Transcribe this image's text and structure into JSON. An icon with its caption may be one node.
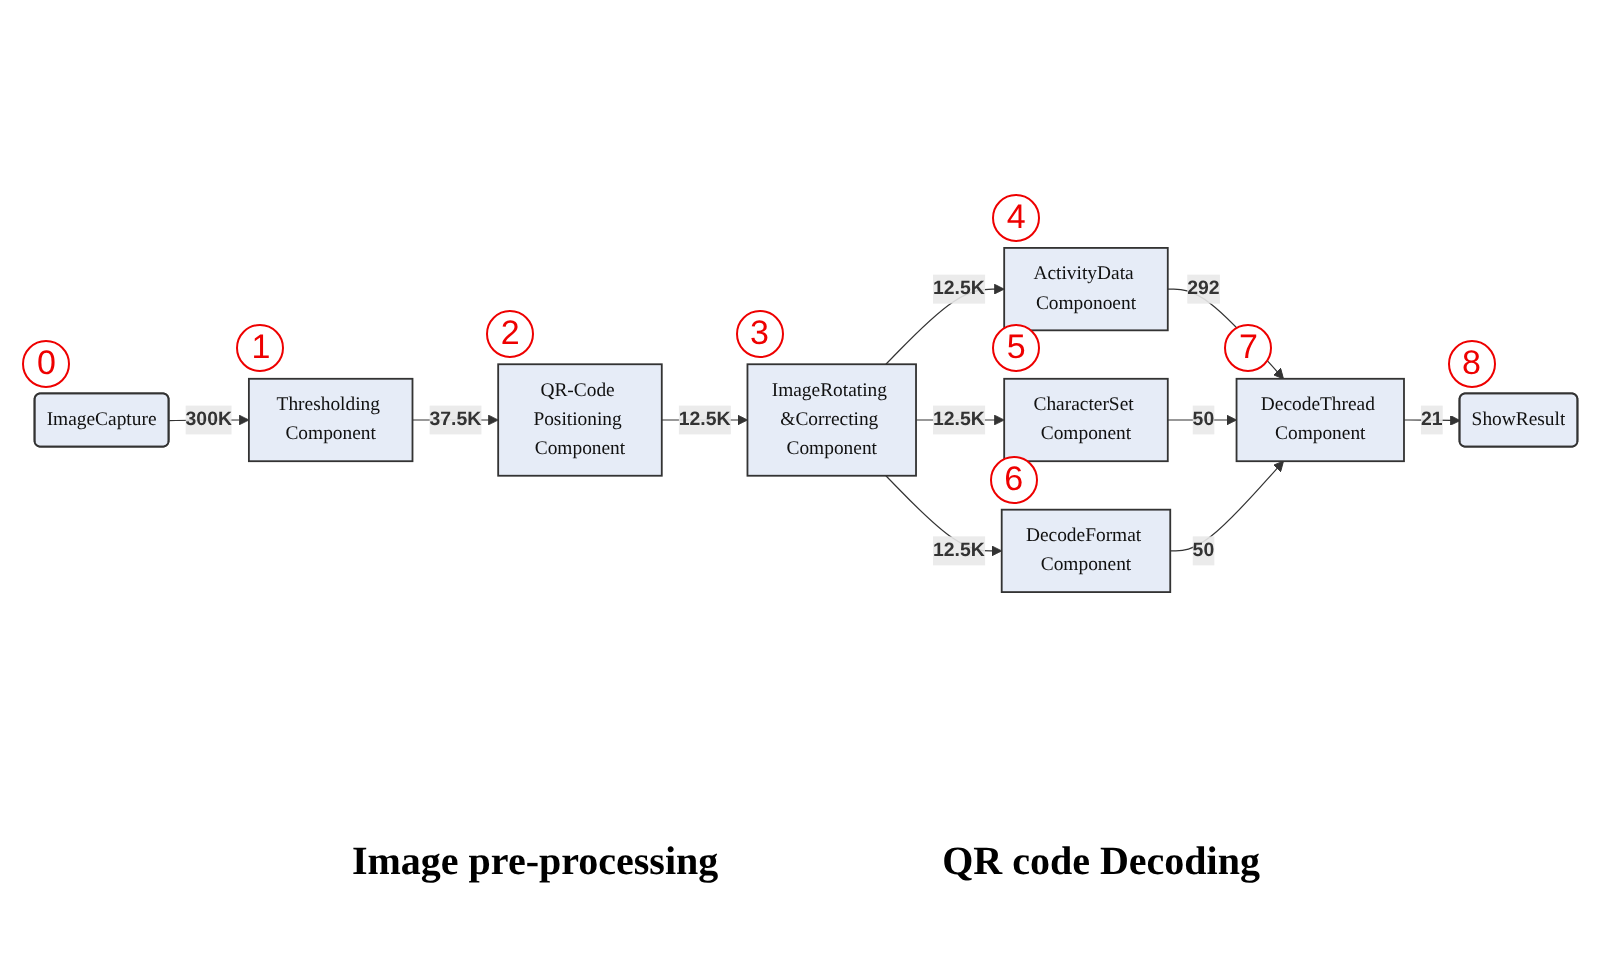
{
  "diagram": {
    "nodes": [
      {
        "text": [
          "ImageCapture"
        ],
        "beside": [
          "0"
        ]
      },
      {
        "text": [
          "Thresholding Component"
        ],
        "beside": [
          "1"
        ]
      },
      {
        "text": [
          "QR-Code Positioning Component"
        ],
        "beside": [
          "2"
        ]
      },
      {
        "text": [
          "ImageRotating &Correcting Component"
        ],
        "beside": [
          "3"
        ]
      },
      {
        "text": [
          "ActivityData Componoent"
        ],
        "beside": [
          "4"
        ]
      },
      {
        "text": [
          "CharacterSet Component"
        ],
        "beside": [
          "5"
        ]
      },
      {
        "text": [
          "DecodeFormat Component"
        ],
        "beside": [
          "6"
        ]
      },
      {
        "text": [
          "DecodeThread Component"
        ],
        "beside": [
          "7"
        ]
      },
      {
        "text": [
          "ShowResult"
        ],
        "beside": [
          "8"
        ]
      }
    ],
    "edges": [
      {
        "from": 0,
        "to": 1,
        "arrow": "to",
        "label": "300K"
      },
      {
        "from": 1,
        "to": 2,
        "arrow": "to",
        "label": "37.5K"
      },
      {
        "from": 2,
        "to": 3,
        "arrow": "to",
        "label": "12.5K"
      },
      {
        "from": 3,
        "to": 4,
        "arrow": "to",
        "label": "12.5K"
      },
      {
        "from": 3,
        "to": 5,
        "arrow": "to",
        "label": "12.5K"
      },
      {
        "from": 3,
        "to": 6,
        "arrow": "to",
        "label": "12.5K"
      },
      {
        "from": 4,
        "to": 7,
        "arrow": "to",
        "label": "292"
      },
      {
        "from": 5,
        "to": 7,
        "arrow": "to",
        "label": "50"
      },
      {
        "from": 6,
        "to": 7,
        "arrow": "to",
        "label": "50"
      },
      {
        "from": 7,
        "to": 8,
        "arrow": "to",
        "label": "21"
      }
    ],
    "labels": [
      "Image pre-processing",
      "QR code Decoding"
    ]
  }
}
